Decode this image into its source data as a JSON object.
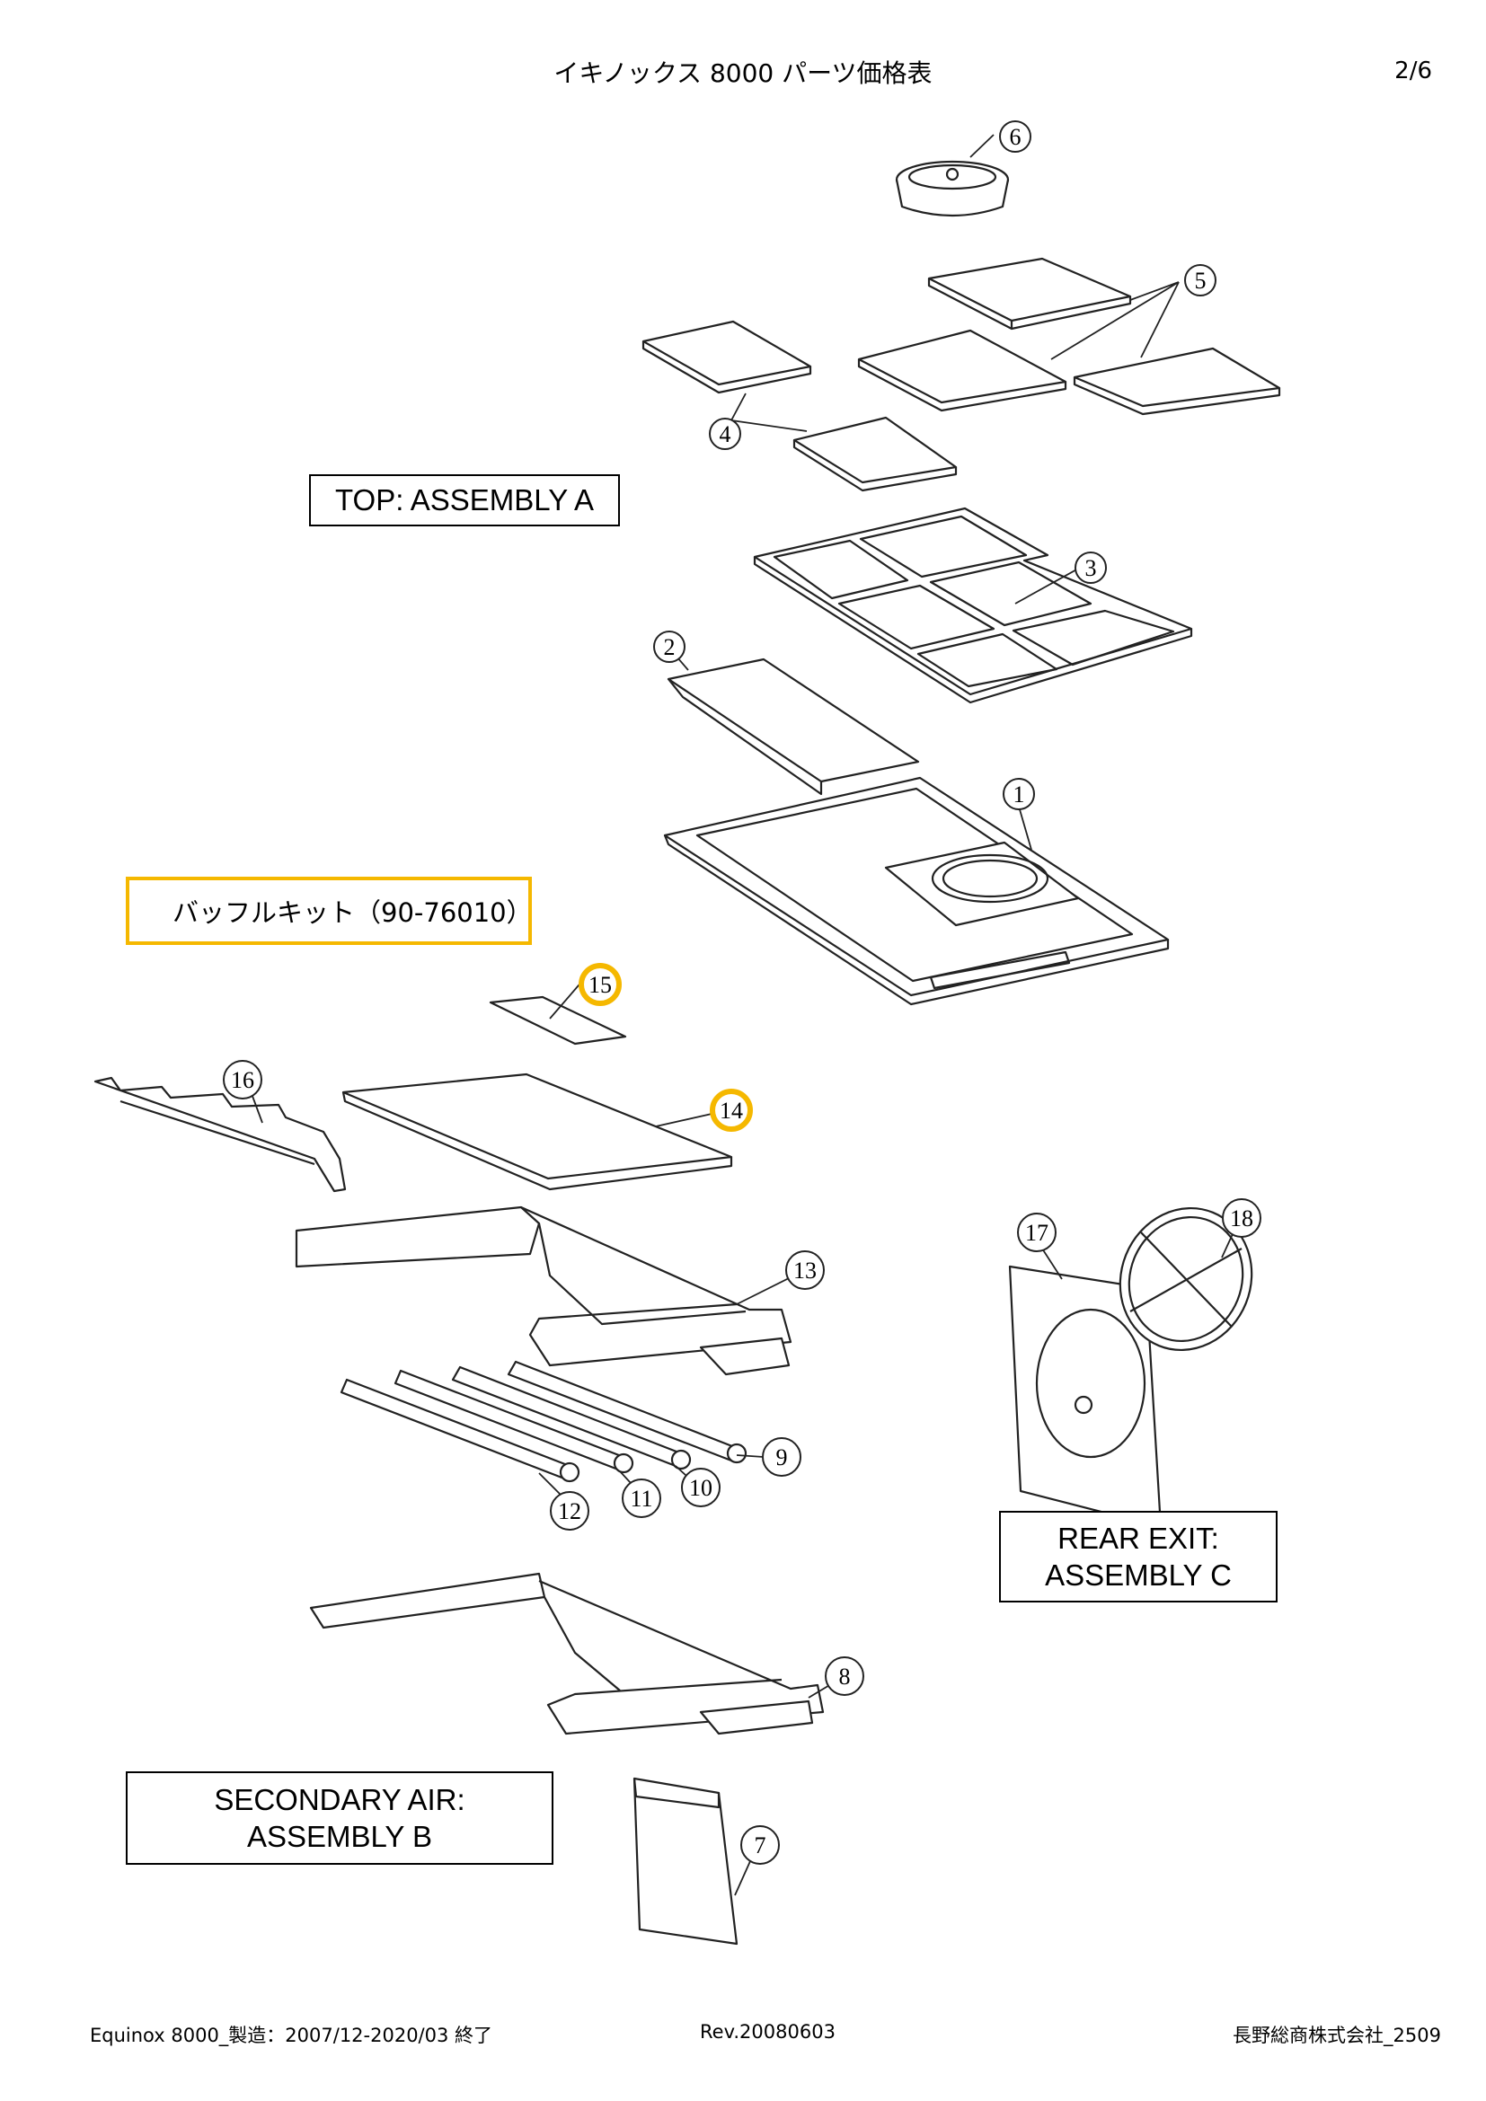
{
  "header": {
    "title": "イキノックス 8000 パーツ価格表",
    "page": "2/6"
  },
  "assemblies": {
    "top": "TOP: ASSEMBLY A",
    "rear_exit": [
      "REAR EXIT:",
      "ASSEMBLY C"
    ],
    "secondary_air": [
      "SECONDARY AIR:",
      "ASSEMBLY B"
    ]
  },
  "kit_label": "バッフルキット（90-76010）",
  "highlight_color": "#f5b800",
  "callouts": [
    {
      "n": "1"
    },
    {
      "n": "2"
    },
    {
      "n": "3"
    },
    {
      "n": "4"
    },
    {
      "n": "5"
    },
    {
      "n": "6"
    },
    {
      "n": "7"
    },
    {
      "n": "8"
    },
    {
      "n": "9"
    },
    {
      "n": "10"
    },
    {
      "n": "11"
    },
    {
      "n": "12"
    },
    {
      "n": "13"
    },
    {
      "n": "14",
      "highlight": true
    },
    {
      "n": "15",
      "highlight": true
    },
    {
      "n": "16"
    },
    {
      "n": "17"
    },
    {
      "n": "18"
    }
  ],
  "footer": {
    "left": "Equinox 8000_製造：2007/12-2020/03 終了",
    "center": "Rev.20080603",
    "right": "長野総商株式会社_2509"
  }
}
